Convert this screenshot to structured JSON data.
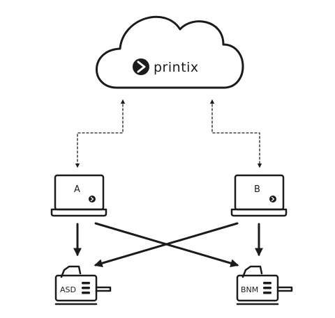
{
  "cloud": {
    "brand_name": "printix"
  },
  "laptops": [
    {
      "label": "A"
    },
    {
      "label": "B"
    }
  ],
  "printers": [
    {
      "label": "ASD"
    },
    {
      "label": "BNM"
    }
  ],
  "colors": {
    "ink": "#1b1b1b",
    "background": "#ffffff"
  },
  "icons": {
    "logo": "printix-logo-icon",
    "laptop": "laptop-icon",
    "printer": "printer-icon"
  }
}
